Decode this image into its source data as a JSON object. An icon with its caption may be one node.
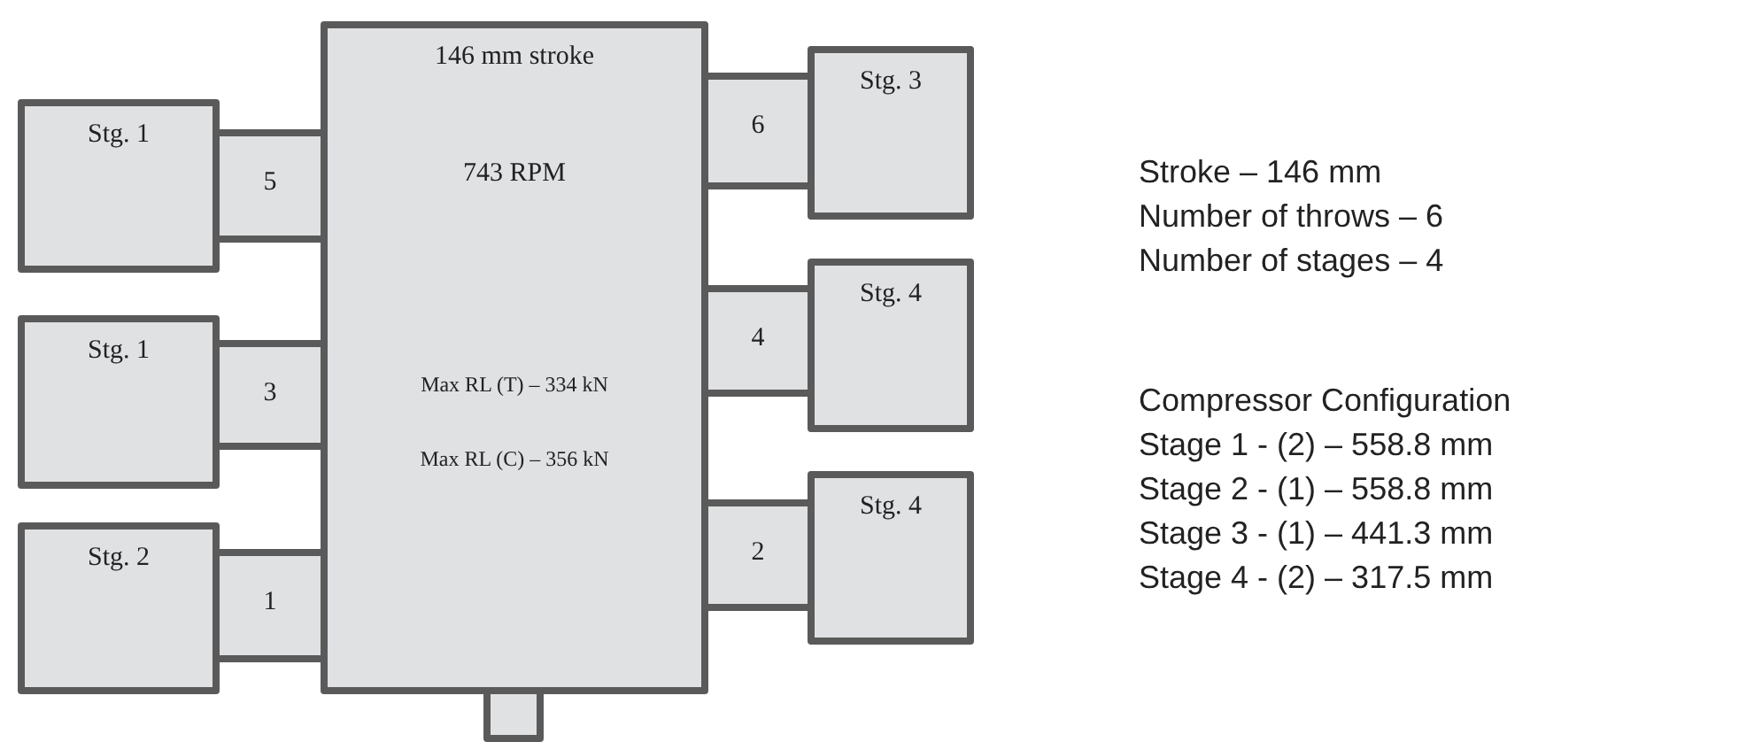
{
  "diagram": {
    "nodes": [
      {
        "text": [
          "146 mm stroke",
          "743 RPM",
          "Max RL (T) – 334 kN",
          "Max RL (C) – 356 kN"
        ]
      },
      {
        "text": [
          "Stg. 1"
        ]
      },
      {
        "text": [
          "5"
        ]
      },
      {
        "text": [
          "Stg. 1"
        ]
      },
      {
        "text": [
          "3"
        ]
      },
      {
        "text": [
          "Stg. 2"
        ]
      },
      {
        "text": [
          "1"
        ]
      },
      {
        "text": [
          "Stg. 3"
        ]
      },
      {
        "text": [
          "6"
        ]
      },
      {
        "text": [
          "Stg. 4"
        ]
      },
      {
        "text": [
          "4"
        ]
      },
      {
        "text": [
          "Stg. 4"
        ]
      },
      {
        "text": [
          "2"
        ]
      },
      {
        "text": [],
        "shape": "box"
      }
    ],
    "edges": [],
    "labels": [
      "Stroke – 146 mm",
      "Number of throws – 6",
      "Number of stages – 4",
      "Compressor Configuration",
      "Stage 1 - (2) – 558.8 mm",
      "Stage 2 - (1) – 558.8 mm",
      "Stage 3 - (1) – 441.3 mm",
      "Stage 4 - (2) – 317.5 mm"
    ]
  }
}
